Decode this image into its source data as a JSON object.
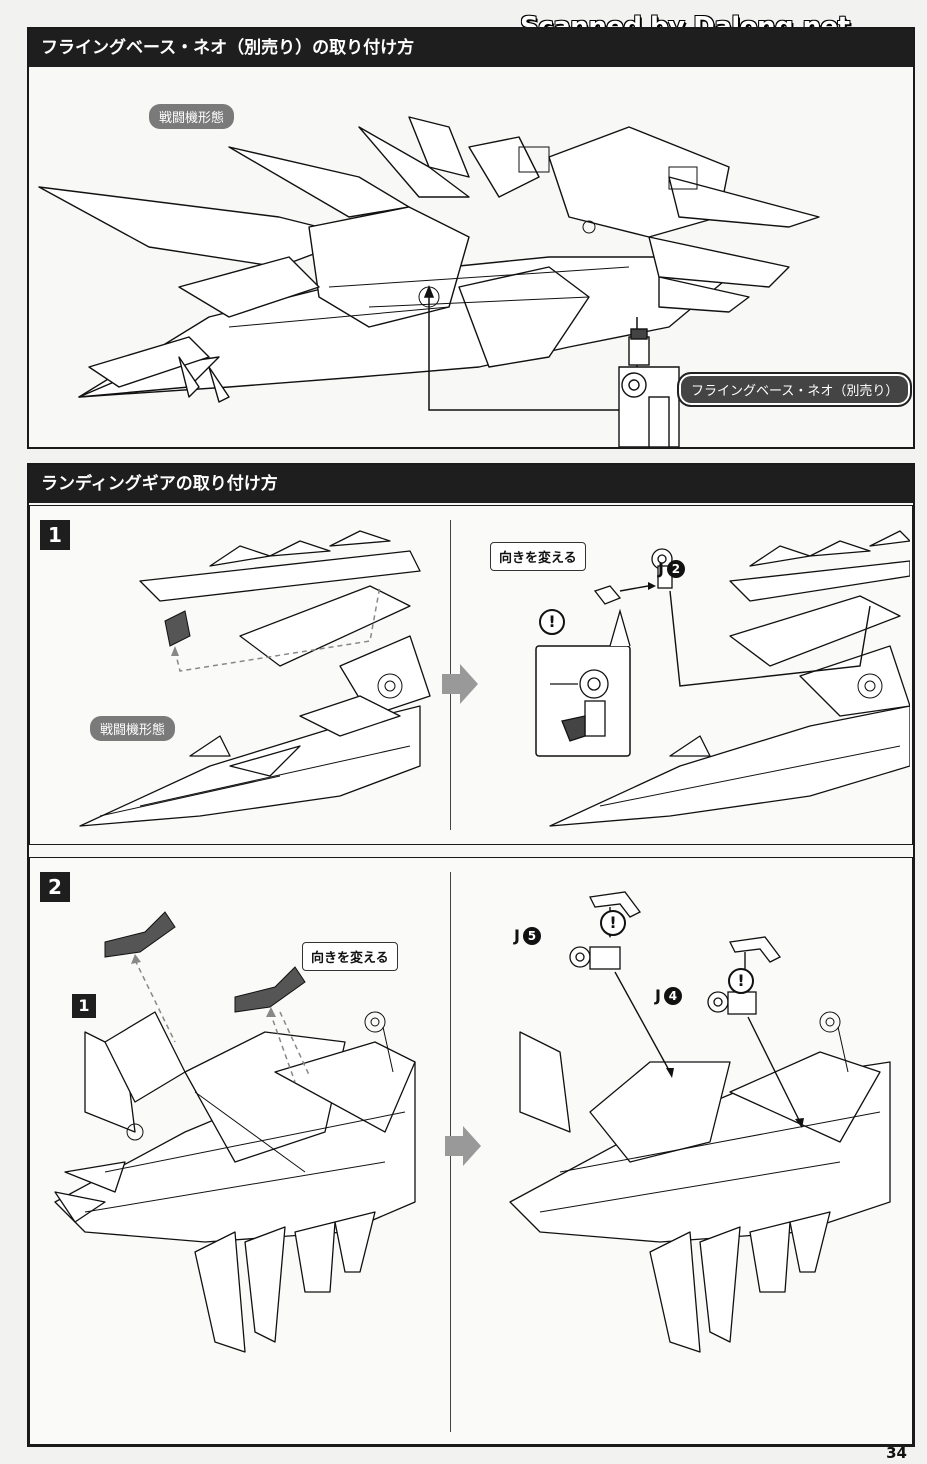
{
  "watermark": "Scanned by Dalong.net",
  "section1": {
    "title": "フライングベース・ネオ（別売り）の取り付け方",
    "mode_label": "戦闘機形態",
    "stand_label": "フライングベース・ネオ（別売り）"
  },
  "section2": {
    "title": "ランディングギアの取り付け方",
    "step1": {
      "number": "1",
      "mode_label": "戦闘機形態",
      "callout": "向きを変える",
      "part_letter": "J",
      "part_num": "2",
      "warn": "!"
    },
    "step2": {
      "number": "2",
      "sub_number": "1",
      "callout": "向きを変える",
      "part_a_letter": "J",
      "part_a_num": "5",
      "part_b_letter": "J",
      "part_b_num": "4",
      "warn": "!"
    }
  },
  "page_number": "34"
}
